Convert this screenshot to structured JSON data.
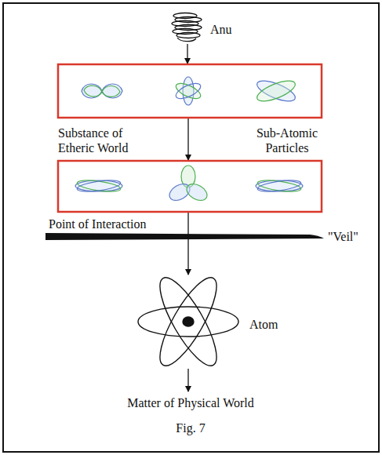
{
  "diagram": {
    "caption": "Fig. 7",
    "labels": [
      "Anu",
      "Substance of Etheric World",
      "Sub-Atomic Particles",
      "Point of Interaction",
      "\"Veil\"",
      "Atom",
      "Matter of Physical World"
    ]
  }
}
